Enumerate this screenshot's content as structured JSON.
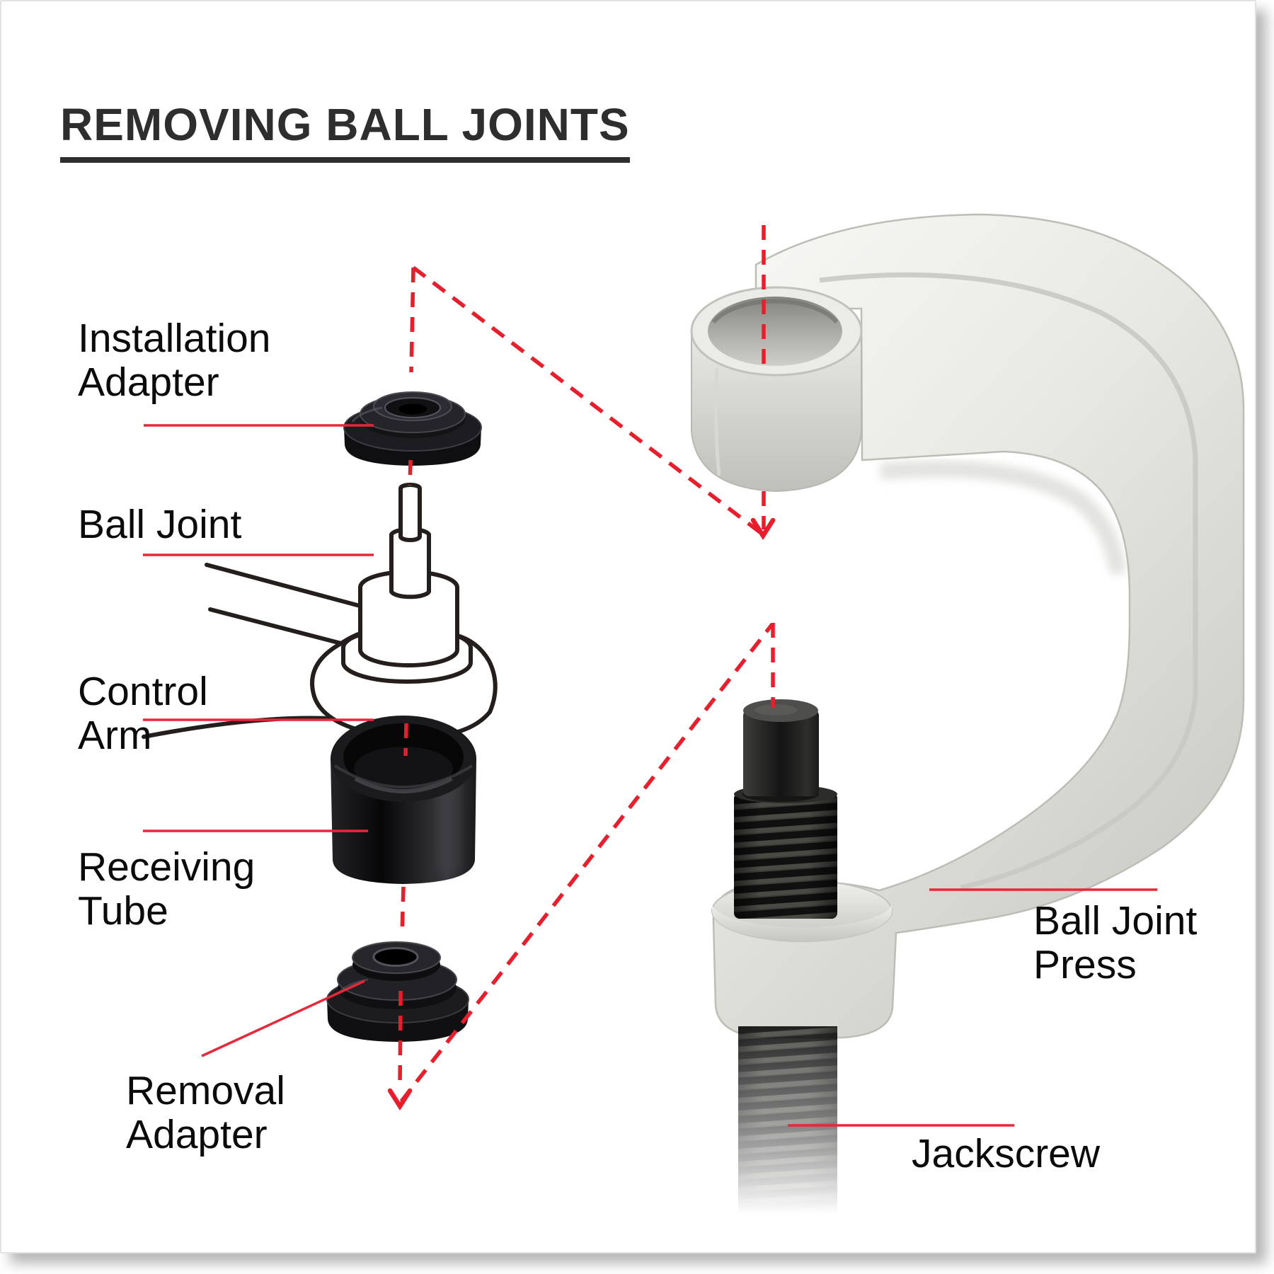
{
  "title": {
    "text": "REMOVING BALL JOINTS"
  },
  "labels": {
    "installation_adapter": {
      "line1": "Installation",
      "line2": "Adapter"
    },
    "ball_joint": {
      "line1": "Ball Joint"
    },
    "control_arm": {
      "line1": "Control",
      "line2": "Arm"
    },
    "receiving_tube": {
      "line1": "Receiving",
      "line2": "Tube"
    },
    "removal_adapter": {
      "line1": "Removal",
      "line2": "Adapter"
    },
    "ball_joint_press": {
      "line1": "Ball Joint",
      "line2": "Press"
    },
    "jackscrew": {
      "line1": "Jackscrew"
    }
  },
  "colors": {
    "title_text": "#2e2e2e",
    "label_text": "#0b0b0b",
    "leader_line_red": "#ea2739",
    "dashed_line_red": "#ed1c2b",
    "press_silver": "#e9e9e5",
    "part_black": "#17171a",
    "background": "#ffffff"
  }
}
